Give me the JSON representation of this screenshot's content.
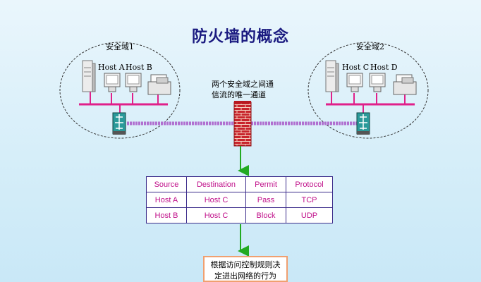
{
  "title": "防火墙的概念",
  "zone_left": {
    "label": "安全域1",
    "hosts": [
      "Host A",
      "Host B"
    ]
  },
  "zone_right": {
    "label": "安全域2",
    "hosts": [
      "Host C",
      "Host D"
    ]
  },
  "firewall_note": [
    "两个安全域之间通",
    "信流的唯一通道"
  ],
  "rules_table": {
    "headers": [
      "Source",
      "Destination",
      "Permit",
      "Protocol"
    ],
    "rows": [
      [
        "Host A",
        "Host C",
        "Pass",
        "TCP"
      ],
      [
        "Host B",
        "Host C",
        "Block",
        "UDP"
      ]
    ]
  },
  "decision_note": [
    "根据访问控制规则决",
    "定进出网络的行为"
  ],
  "colors": {
    "title": "#1a1a80",
    "bus": "#e0208a",
    "link": "#b070d0",
    "firewall": "#c0202a",
    "arrow": "#22aa22",
    "table_text": "#c0108a",
    "table_border": "#3a2a8a",
    "box_border": "#f0a070"
  }
}
